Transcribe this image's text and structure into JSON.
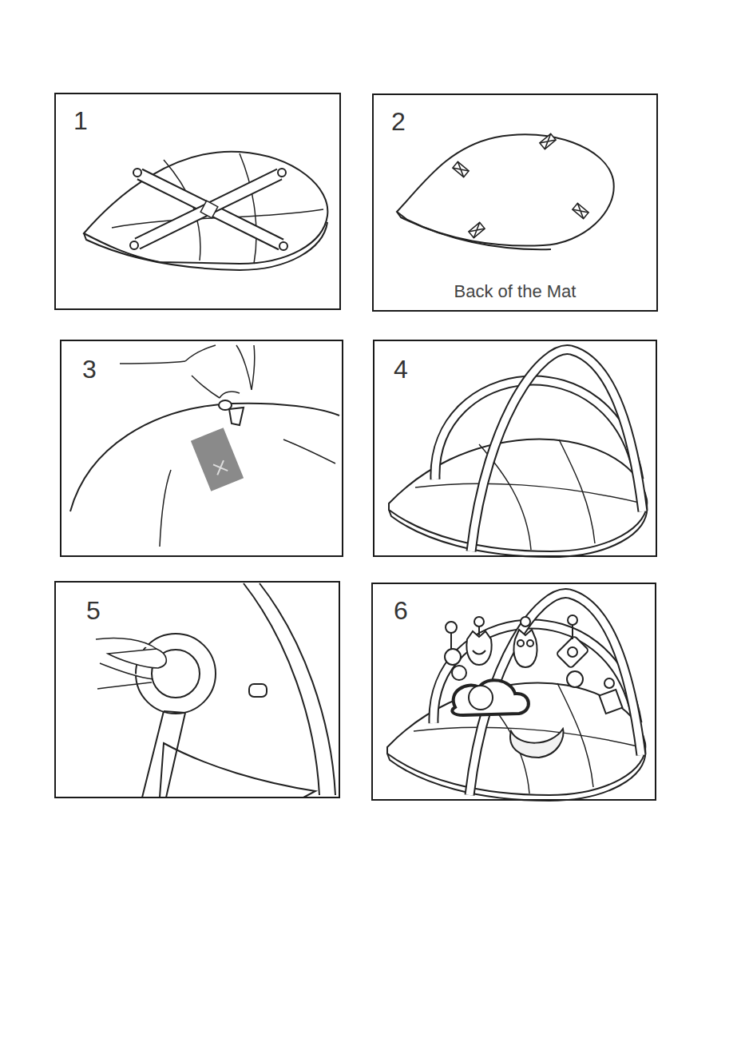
{
  "diagram": {
    "nodes": [
      {
        "text": [
          "1"
        ]
      },
      {
        "text": [
          "2",
          "Back of the Mat"
        ]
      },
      {
        "text": [
          "3"
        ]
      },
      {
        "text": [
          "4"
        ]
      },
      {
        "text": [
          "5"
        ]
      },
      {
        "text": [
          "6"
        ]
      }
    ]
  }
}
